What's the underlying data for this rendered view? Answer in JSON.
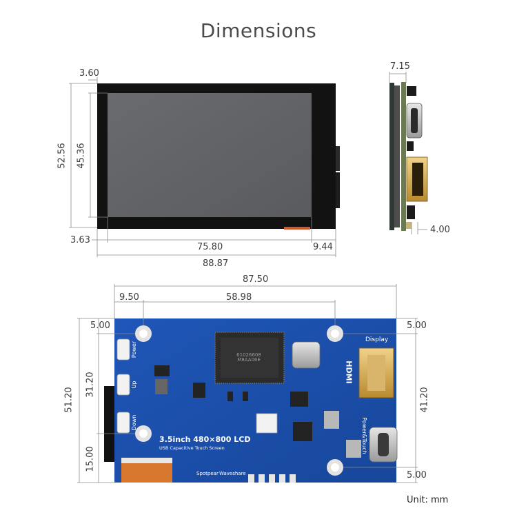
{
  "title": "Dimensions",
  "unit_label": "Unit: mm",
  "top_view": {
    "width_total": "88.87",
    "width_active": "75.80",
    "right_border": "9.44",
    "left_border": "3.60",
    "bottom_border": "3.63",
    "height_total": "52.56",
    "height_active": "45.36"
  },
  "side_view": {
    "thickness": "7.15",
    "pcb_offset": "4.00"
  },
  "back_view": {
    "width_total": "87.50",
    "hole_offset_x": "9.50",
    "hole_spacing_x": "58.98",
    "height_total": "51.20",
    "hole_spacing_left": "31.20",
    "hole_bottom_left": "15.00",
    "hole_top_left": "5.00",
    "hole_top_right": "5.00",
    "hole_spacing_right": "41.20",
    "hole_bottom_right": "5.00"
  },
  "board_labels": {
    "power": "Power",
    "up": "Up",
    "down": "Down",
    "display": "Display",
    "hdmi": "HDMI",
    "power_touch": "Power&Touch",
    "product": "3.5inch 480×800 LCD",
    "subtitle": "USB Capacitive Touch Screen",
    "brand_left": "Spotpear",
    "brand_right": "Waveshare",
    "chip_text": "61026608 M8AA06E"
  }
}
